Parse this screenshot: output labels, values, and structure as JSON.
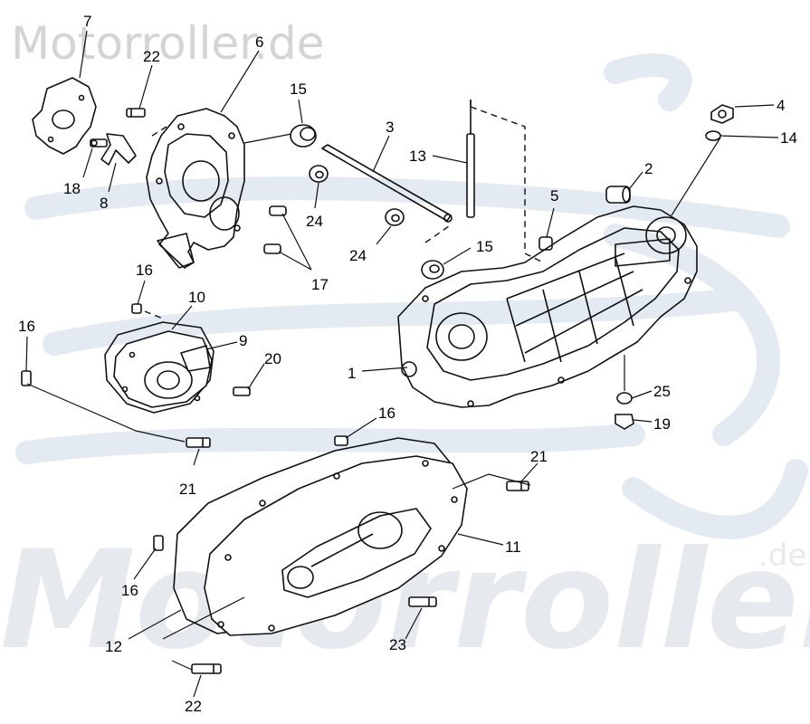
{
  "watermark": {
    "top_text": "Motorroller.de",
    "bottom_text": "Motorroller",
    "bottom_suffix": ".de"
  },
  "callouts": [
    {
      "id": "c7",
      "label": "7"
    },
    {
      "id": "c22a",
      "label": "22"
    },
    {
      "id": "c6",
      "label": "6"
    },
    {
      "id": "c15a",
      "label": "15"
    },
    {
      "id": "c3",
      "label": "3"
    },
    {
      "id": "c4",
      "label": "4"
    },
    {
      "id": "c14",
      "label": "14"
    },
    {
      "id": "c13",
      "label": "13"
    },
    {
      "id": "c2",
      "label": "2"
    },
    {
      "id": "c18",
      "label": "18"
    },
    {
      "id": "c8",
      "label": "8"
    },
    {
      "id": "c24a",
      "label": "24"
    },
    {
      "id": "c5",
      "label": "5"
    },
    {
      "id": "c24b",
      "label": "24"
    },
    {
      "id": "c15b",
      "label": "15"
    },
    {
      "id": "c17",
      "label": "17"
    },
    {
      "id": "c16a",
      "label": "16"
    },
    {
      "id": "c10",
      "label": "10"
    },
    {
      "id": "c16b",
      "label": "16"
    },
    {
      "id": "c9",
      "label": "9"
    },
    {
      "id": "c20",
      "label": "20"
    },
    {
      "id": "c1",
      "label": "1"
    },
    {
      "id": "c25",
      "label": "25"
    },
    {
      "id": "c19",
      "label": "19"
    },
    {
      "id": "c16c",
      "label": "16"
    },
    {
      "id": "c21a",
      "label": "21"
    },
    {
      "id": "c21b",
      "label": "21"
    },
    {
      "id": "c11",
      "label": "11"
    },
    {
      "id": "c16d",
      "label": "16"
    },
    {
      "id": "c12",
      "label": "12"
    },
    {
      "id": "c23",
      "label": "23"
    },
    {
      "id": "c22b",
      "label": "22"
    }
  ]
}
